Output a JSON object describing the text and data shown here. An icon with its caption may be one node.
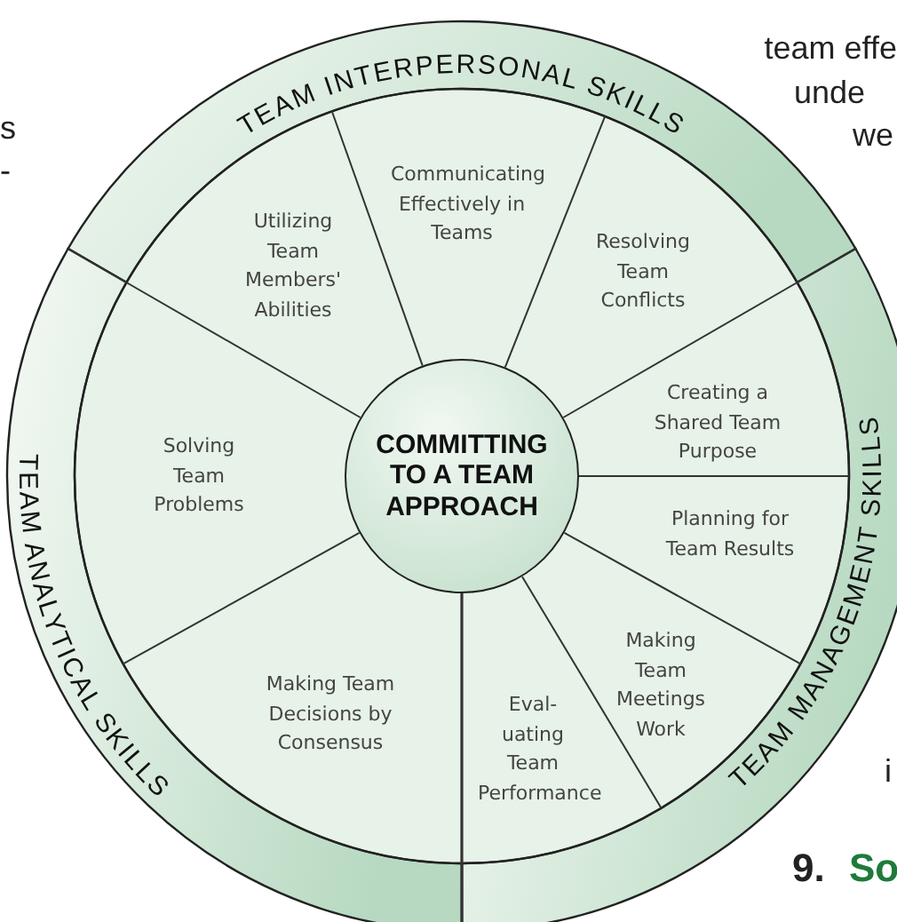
{
  "diagram": {
    "nodes": [
      {
        "text": [
          "TEAM INTERPERSONAL SKILLS"
        ]
      },
      {
        "text": [
          "Utilizing Team Members' Abilities"
        ]
      },
      {
        "text": [
          "Communicating Effectively in Teams"
        ]
      },
      {
        "text": [
          "Resolving Team Conflicts"
        ]
      },
      {
        "text": [
          "TEAM MANAGEMENT SKILLS"
        ]
      },
      {
        "text": [
          "Creating a Shared Team Purpose"
        ]
      },
      {
        "text": [
          "Planning for Team Results"
        ]
      },
      {
        "text": [
          "Making Team Meetings Work"
        ]
      },
      {
        "text": [
          "Eval- uating Team Performance"
        ]
      },
      {
        "text": [
          "TEAM ANALYTICAL SKILLS"
        ]
      },
      {
        "text": [
          "Solving Team Problems"
        ]
      },
      {
        "text": [
          "Making Team Decisions by Consensus"
        ]
      },
      {
        "text": [
          "COMMITTING TO A TEAM APPROACH"
        ]
      }
    ],
    "labels": [
      "team effe",
      "unde",
      "s",
      "we",
      "-",
      "i",
      "9.",
      "So"
    ]
  }
}
